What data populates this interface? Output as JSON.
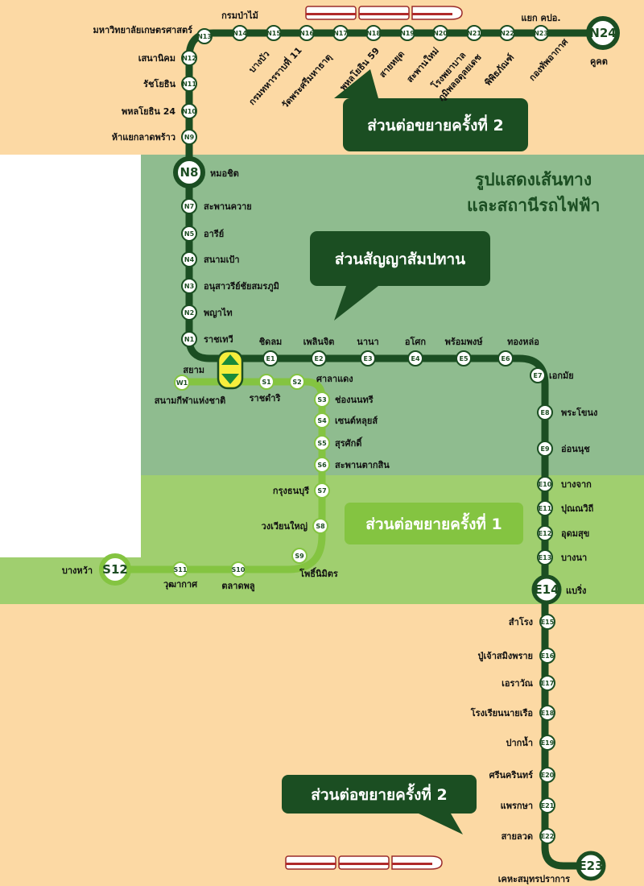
{
  "title": {
    "line1": "รูปแสดงเส้นทาง",
    "line2": "และสถานีรถไฟฟ้า"
  },
  "callouts": {
    "north_ext2": "ส่วนต่อขยายครั้งที่ 2",
    "concession": "ส่วนสัญญาสัมปทาน",
    "ext1": "ส่วนต่อขยายครั้งที่ 1",
    "south_ext2": "ส่วนต่อขยายครั้งที่ 2"
  },
  "colors": {
    "peach": "#fcd9a4",
    "concession_zone": "#8fbc8f",
    "ext1_zone": "#a0cf6f",
    "sukhumvit_line": "#1b4e22",
    "silom_line": "#84c441",
    "callout_dark": "#1b4e22",
    "callout_light": "#84c441"
  },
  "interchange": {
    "name": "สยาม"
  },
  "stations": {
    "N24": {
      "code": "N24",
      "name": "คูคต"
    },
    "N23": {
      "code": "N23",
      "name": "แยก คปอ."
    },
    "N22": {
      "code": "N22",
      "name": "กองทัพอากาศ"
    },
    "N21": {
      "code": "N21",
      "name": "พิพิธภัณฑ์"
    },
    "N20": {
      "code": "N20",
      "name": "ภูมิพลอดุลยเดช"
    },
    "N20b": {
      "code": "",
      "name": "โรงพยาบาล"
    },
    "N19": {
      "code": "N19",
      "name": "สะพานใหม่"
    },
    "N18": {
      "code": "N18",
      "name": "สายหยุด"
    },
    "N17": {
      "code": "N17",
      "name": "พหลโยธิน 59"
    },
    "N16": {
      "code": "N16",
      "name": "วัดพระศรีมหาธาตุ"
    },
    "N15": {
      "code": "N15",
      "name": "กรมทหารราบที่ 11"
    },
    "N14": {
      "code": "N14",
      "name": "บางบัว"
    },
    "N14b": {
      "code": "",
      "name": "กรมป่าไม้"
    },
    "N13": {
      "code": "N13",
      "name": "มหาวิทยาลัยเกษตรศาสตร์"
    },
    "N12": {
      "code": "N12",
      "name": "เสนานิคม"
    },
    "N11": {
      "code": "N11",
      "name": "รัชโยธิน"
    },
    "N10": {
      "code": "N10",
      "name": "พหลโยธิน 24"
    },
    "N9": {
      "code": "N9",
      "name": "ห้าแยกลาดพร้าว"
    },
    "N8": {
      "code": "N8",
      "name": "หมอชิต"
    },
    "N7": {
      "code": "N7",
      "name": "สะพานควาย"
    },
    "N5": {
      "code": "N5",
      "name": "อารีย์"
    },
    "N4": {
      "code": "N4",
      "name": "สนามเป้า"
    },
    "N3": {
      "code": "N3",
      "name": "อนุสาวรีย์ชัยสมรภูมิ"
    },
    "N2": {
      "code": "N2",
      "name": "พญาไท"
    },
    "N1": {
      "code": "N1",
      "name": "ราชเทวี"
    },
    "E1": {
      "code": "E1",
      "name": "ชิดลม"
    },
    "E2": {
      "code": "E2",
      "name": "เพลินจิต"
    },
    "E3": {
      "code": "E3",
      "name": "นานา"
    },
    "E4": {
      "code": "E4",
      "name": "อโศก"
    },
    "E5": {
      "code": "E5",
      "name": "พร้อมพงษ์"
    },
    "E6": {
      "code": "E6",
      "name": "ทองหล่อ"
    },
    "E7": {
      "code": "E7",
      "name": "เอกมัย"
    },
    "E8": {
      "code": "E8",
      "name": "พระโขนง"
    },
    "E9": {
      "code": "E9",
      "name": "อ่อนนุช"
    },
    "E10": {
      "code": "E10",
      "name": "บางจาก"
    },
    "E11": {
      "code": "E11",
      "name": "ปุณณวิถี"
    },
    "E12": {
      "code": "E12",
      "name": "อุดมสุข"
    },
    "E13": {
      "code": "E13",
      "name": "บางนา"
    },
    "E14": {
      "code": "E14",
      "name": "แบริ่ง"
    },
    "E15": {
      "code": "E15",
      "name": "สำโรง"
    },
    "E16": {
      "code": "E16",
      "name": "ปู่เจ้าสมิงพราย"
    },
    "E17": {
      "code": "E17",
      "name": "เอราวัณ"
    },
    "E18": {
      "code": "E18",
      "name": "โรงเรียนนายเรือ"
    },
    "E19": {
      "code": "E19",
      "name": "ปากน้ำ"
    },
    "E20": {
      "code": "E20",
      "name": "ศรีนครินทร์"
    },
    "E21": {
      "code": "E21",
      "name": "แพรกษา"
    },
    "E22": {
      "code": "E22",
      "name": "สายลวด"
    },
    "E23": {
      "code": "E23",
      "name": "เคหะสมุทรปราการ"
    },
    "W1": {
      "code": "W1",
      "name": "สนามกีฬาแห่งชาติ"
    },
    "S1": {
      "code": "S1",
      "name": "ราชดำริ"
    },
    "S2": {
      "code": "S2",
      "name": "ศาลาแดง"
    },
    "S3": {
      "code": "S3",
      "name": "ช่องนนทรี"
    },
    "S4": {
      "code": "S4",
      "name": "เซนต์หลุยส์"
    },
    "S5": {
      "code": "S5",
      "name": "สุรศักดิ์"
    },
    "S6": {
      "code": "S6",
      "name": "สะพานตากสิน"
    },
    "S7": {
      "code": "S7",
      "name": "กรุงธนบุรี"
    },
    "S8": {
      "code": "S8",
      "name": "วงเวียนใหญ่"
    },
    "S9": {
      "code": "S9",
      "name": "โพธิ์นิมิตร"
    },
    "S10": {
      "code": "S10",
      "name": "ตลาดพลู"
    },
    "S11": {
      "code": "S11",
      "name": "วุฒากาศ"
    },
    "S12": {
      "code": "S12",
      "name": "บางหว้า"
    }
  }
}
